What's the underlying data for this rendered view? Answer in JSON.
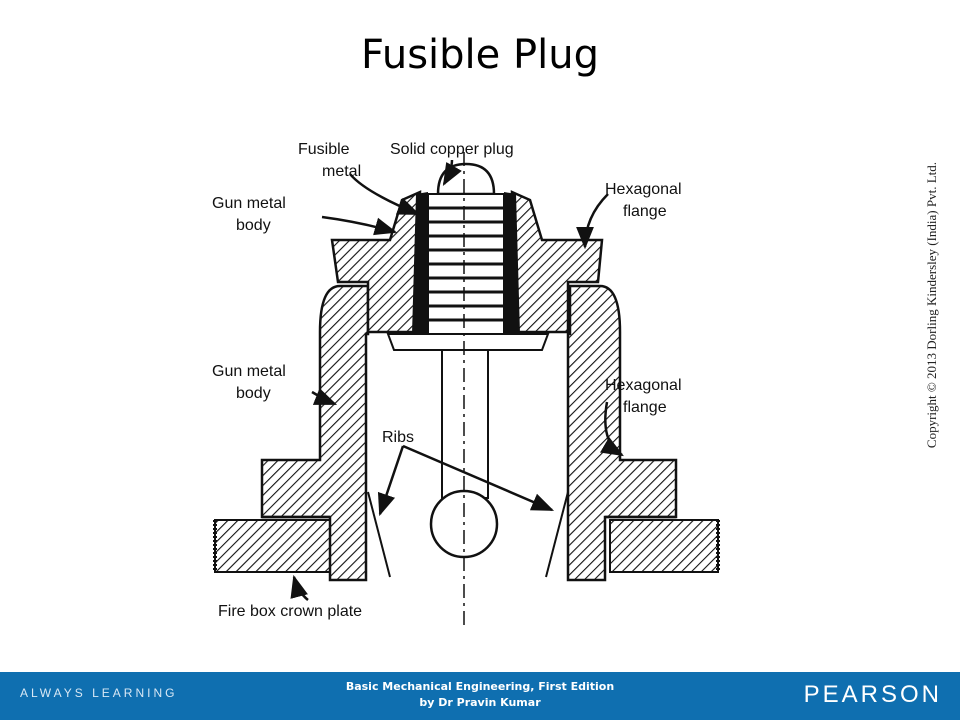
{
  "slide": {
    "title": "Fusible Plug"
  },
  "diagram": {
    "labels": {
      "fusible_metal_1": "Fusible",
      "fusible_metal_2": "metal",
      "solid_copper_plug": "Solid copper plug",
      "gun_metal_body_top_1": "Gun metal",
      "gun_metal_body_top_2": "body",
      "hexagonal_flange_top_1": "Hexagonal",
      "hexagonal_flange_top_2": "flange",
      "gun_metal_body_bottom_1": "Gun metal",
      "gun_metal_body_bottom_2": "body",
      "hexagonal_flange_bottom_1": "Hexagonal",
      "hexagonal_flange_bottom_2": "flange",
      "ribs": "Ribs",
      "fire_box_crown_plate": "Fire box crown plate"
    }
  },
  "copyright": "Copyright © 2013 Dorling Kindersley (India) Pvt. Ltd.",
  "footer": {
    "left": "ALWAYS LEARNING",
    "book_line1": "Basic Mechanical Engineering, First Edition",
    "book_line2": "by Dr Pravin Kumar",
    "brand": "PEARSON"
  }
}
